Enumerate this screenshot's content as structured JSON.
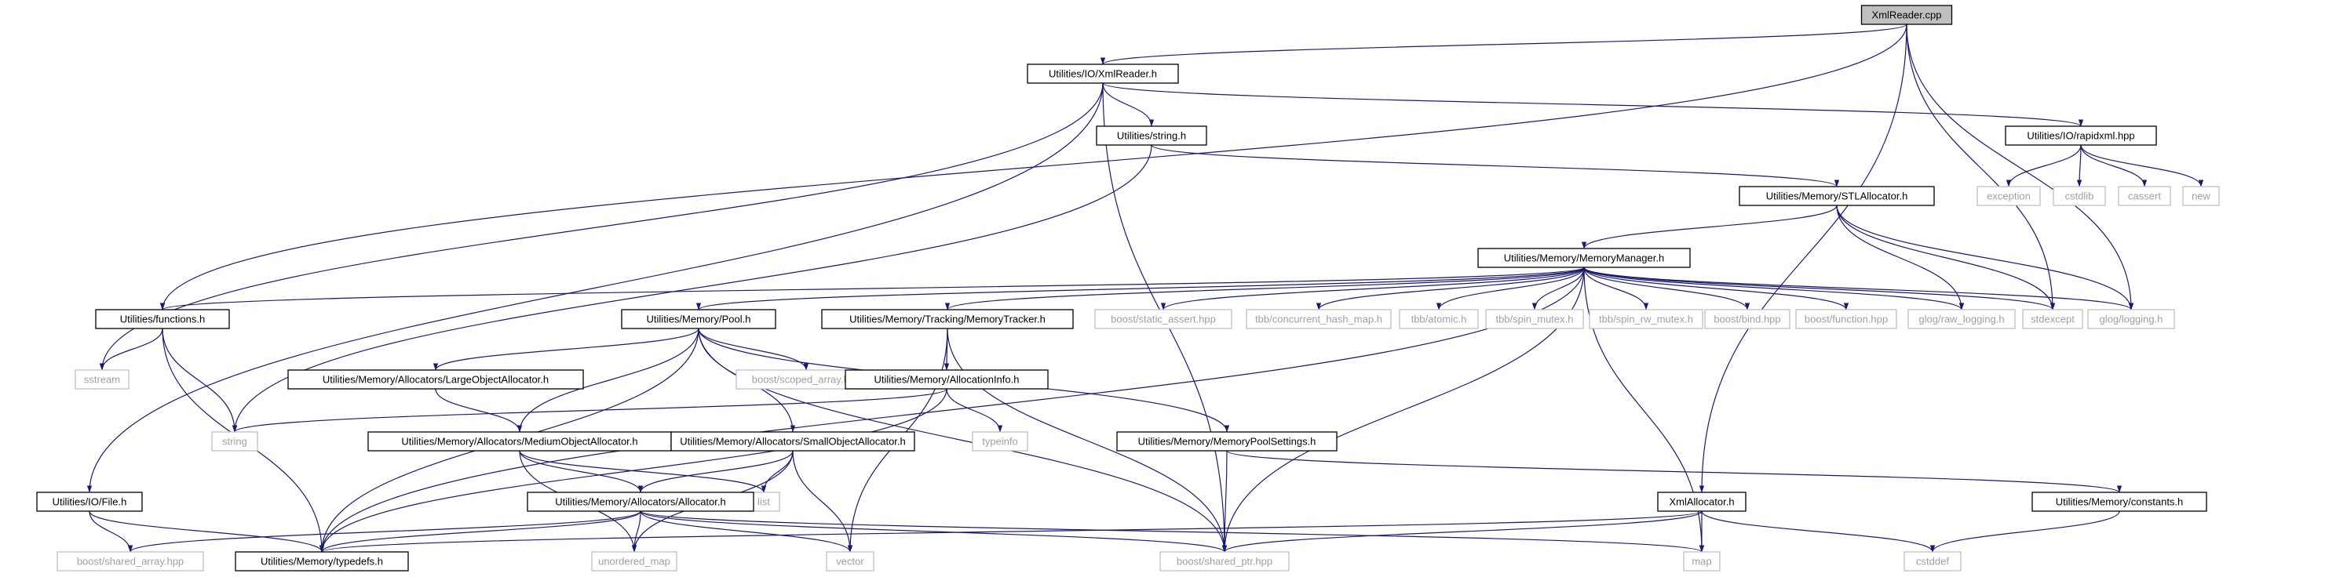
{
  "diagram": {
    "colors": {
      "edge": "#191970",
      "internal_fill": "#ffffff",
      "internal_stroke": "#000000",
      "internal_text": "#000000",
      "external_stroke": "#bfbfbf",
      "external_text": "#a0a0a0",
      "root_fill": "#bfbfbf",
      "root_stroke": "#000000"
    },
    "nodes": [
      {
        "id": "XmlReader_cpp",
        "label": "XmlReader.cpp",
        "kind": "root"
      },
      {
        "id": "XmlReader_h",
        "label": "Utilities/IO/XmlReader.h",
        "kind": "internal"
      },
      {
        "id": "functions_h",
        "label": "Utilities/functions.h",
        "kind": "internal"
      },
      {
        "id": "stdexcept",
        "label": "stdexcept",
        "kind": "external"
      },
      {
        "id": "glog_logging",
        "label": "glog/logging.h",
        "kind": "external"
      },
      {
        "id": "string_h",
        "label": "Utilities/string.h",
        "kind": "internal"
      },
      {
        "id": "rapidxml",
        "label": "Utilities/IO/rapidxml.hpp",
        "kind": "internal"
      },
      {
        "id": "exception",
        "label": "exception",
        "kind": "external"
      },
      {
        "id": "cstdlib",
        "label": "cstdlib",
        "kind": "external"
      },
      {
        "id": "cassert",
        "label": "cassert",
        "kind": "external"
      },
      {
        "id": "new",
        "label": "new",
        "kind": "external"
      },
      {
        "id": "STLAllocator",
        "label": "Utilities/Memory/STLAllocator.h",
        "kind": "internal"
      },
      {
        "id": "MemoryManager",
        "label": "Utilities/Memory/MemoryManager.h",
        "kind": "internal"
      },
      {
        "id": "Pool",
        "label": "Utilities/Memory/Pool.h",
        "kind": "internal"
      },
      {
        "id": "MemoryTracker",
        "label": "Utilities/Memory/Tracking/MemoryTracker.h",
        "kind": "internal"
      },
      {
        "id": "static_assert",
        "label": "boost/static_assert.hpp",
        "kind": "external"
      },
      {
        "id": "concurrent_hash_map",
        "label": "tbb/concurrent_hash_map.h",
        "kind": "external"
      },
      {
        "id": "atomic",
        "label": "tbb/atomic.h",
        "kind": "external"
      },
      {
        "id": "spin_mutex",
        "label": "tbb/spin_mutex.h",
        "kind": "external"
      },
      {
        "id": "spin_rw_mutex",
        "label": "tbb/spin_rw_mutex.h",
        "kind": "external"
      },
      {
        "id": "bind",
        "label": "boost/bind.hpp",
        "kind": "external"
      },
      {
        "id": "function",
        "label": "boost/function.hpp",
        "kind": "external"
      },
      {
        "id": "raw_logging",
        "label": "glog/raw_logging.h",
        "kind": "external"
      },
      {
        "id": "sstream",
        "label": "sstream",
        "kind": "external"
      },
      {
        "id": "LargeObjectAllocator",
        "label": "Utilities/Memory/Allocators/LargeObjectAllocator.h",
        "kind": "internal"
      },
      {
        "id": "scoped_array",
        "label": "boost/scoped_array.hpp",
        "kind": "external"
      },
      {
        "id": "AllocationInfo",
        "label": "Utilities/Memory/AllocationInfo.h",
        "kind": "internal"
      },
      {
        "id": "string",
        "label": "string",
        "kind": "external"
      },
      {
        "id": "typeinfo",
        "label": "typeinfo",
        "kind": "external"
      },
      {
        "id": "MediumObjectAllocator",
        "label": "Utilities/Memory/Allocators/MediumObjectAllocator.h",
        "kind": "internal"
      },
      {
        "id": "SmallObjectAllocator",
        "label": "Utilities/Memory/Allocators/SmallObjectAllocator.h",
        "kind": "internal"
      },
      {
        "id": "MemoryPoolSettings",
        "label": "Utilities/Memory/MemoryPoolSettings.h",
        "kind": "internal"
      },
      {
        "id": "File_h",
        "label": "Utilities/IO/File.h",
        "kind": "internal"
      },
      {
        "id": "list",
        "label": "list",
        "kind": "external"
      },
      {
        "id": "Allocator",
        "label": "Utilities/Memory/Allocators/Allocator.h",
        "kind": "internal"
      },
      {
        "id": "XmlAllocator",
        "label": "XmlAllocator.h",
        "kind": "internal"
      },
      {
        "id": "constants",
        "label": "Utilities/Memory/constants.h",
        "kind": "internal"
      },
      {
        "id": "shared_array",
        "label": "boost/shared_array.hpp",
        "kind": "external"
      },
      {
        "id": "typedefs",
        "label": "Utilities/Memory/typedefs.h",
        "kind": "internal"
      },
      {
        "id": "unordered_map",
        "label": "unordered_map",
        "kind": "external"
      },
      {
        "id": "vector",
        "label": "vector",
        "kind": "external"
      },
      {
        "id": "shared_ptr",
        "label": "boost/shared_ptr.hpp",
        "kind": "external"
      },
      {
        "id": "map",
        "label": "map",
        "kind": "external"
      },
      {
        "id": "cstddef",
        "label": "cstddef",
        "kind": "external"
      }
    ],
    "edges": [
      [
        "XmlReader_cpp",
        "XmlReader_h"
      ],
      [
        "XmlReader_cpp",
        "functions_h"
      ],
      [
        "XmlReader_cpp",
        "stdexcept"
      ],
      [
        "XmlReader_cpp",
        "glog_logging"
      ],
      [
        "XmlReader_cpp",
        "XmlAllocator"
      ],
      [
        "XmlReader_h",
        "string_h"
      ],
      [
        "XmlReader_h",
        "rapidxml"
      ],
      [
        "XmlReader_h",
        "sstream"
      ],
      [
        "XmlReader_h",
        "File_h"
      ],
      [
        "XmlReader_h",
        "shared_ptr"
      ],
      [
        "rapidxml",
        "exception"
      ],
      [
        "rapidxml",
        "cstdlib"
      ],
      [
        "rapidxml",
        "cassert"
      ],
      [
        "rapidxml",
        "new"
      ],
      [
        "string_h",
        "STLAllocator"
      ],
      [
        "string_h",
        "string"
      ],
      [
        "STLAllocator",
        "MemoryManager"
      ],
      [
        "STLAllocator",
        "stdexcept"
      ],
      [
        "STLAllocator",
        "glog_logging"
      ],
      [
        "STLAllocator",
        "raw_logging"
      ],
      [
        "MemoryManager",
        "functions_h"
      ],
      [
        "MemoryManager",
        "Pool"
      ],
      [
        "MemoryManager",
        "MemoryTracker"
      ],
      [
        "MemoryManager",
        "static_assert"
      ],
      [
        "MemoryManager",
        "concurrent_hash_map"
      ],
      [
        "MemoryManager",
        "atomic"
      ],
      [
        "MemoryManager",
        "spin_mutex"
      ],
      [
        "MemoryManager",
        "spin_rw_mutex"
      ],
      [
        "MemoryManager",
        "bind"
      ],
      [
        "MemoryManager",
        "function"
      ],
      [
        "MemoryManager",
        "raw_logging"
      ],
      [
        "MemoryManager",
        "stdexcept"
      ],
      [
        "MemoryManager",
        "glog_logging"
      ],
      [
        "MemoryManager",
        "typedefs"
      ],
      [
        "MemoryManager",
        "shared_ptr"
      ],
      [
        "MemoryManager",
        "map"
      ],
      [
        "functions_h",
        "sstream"
      ],
      [
        "functions_h",
        "string"
      ],
      [
        "functions_h",
        "typedefs"
      ],
      [
        "Pool",
        "LargeObjectAllocator"
      ],
      [
        "Pool",
        "scoped_array"
      ],
      [
        "Pool",
        "MediumObjectAllocator"
      ],
      [
        "Pool",
        "SmallObjectAllocator"
      ],
      [
        "Pool",
        "MemoryPoolSettings"
      ],
      [
        "Pool",
        "typedefs"
      ],
      [
        "Pool",
        "shared_ptr"
      ],
      [
        "MemoryTracker",
        "AllocationInfo"
      ],
      [
        "MemoryTracker",
        "shared_ptr"
      ],
      [
        "MemoryTracker",
        "vector"
      ],
      [
        "AllocationInfo",
        "string"
      ],
      [
        "AllocationInfo",
        "typeinfo"
      ],
      [
        "AllocationInfo",
        "typedefs"
      ],
      [
        "LargeObjectAllocator",
        "MediumObjectAllocator"
      ],
      [
        "MediumObjectAllocator",
        "Allocator"
      ],
      [
        "MediumObjectAllocator",
        "list"
      ],
      [
        "MediumObjectAllocator",
        "unordered_map"
      ],
      [
        "SmallObjectAllocator",
        "Allocator"
      ],
      [
        "SmallObjectAllocator",
        "list"
      ],
      [
        "SmallObjectAllocator",
        "vector"
      ],
      [
        "SmallObjectAllocator",
        "unordered_map"
      ],
      [
        "MemoryPoolSettings",
        "constants"
      ],
      [
        "MemoryPoolSettings",
        "shared_ptr"
      ],
      [
        "File_h",
        "shared_array"
      ],
      [
        "File_h",
        "typedefs"
      ],
      [
        "Allocator",
        "shared_array"
      ],
      [
        "Allocator",
        "typedefs"
      ],
      [
        "Allocator",
        "unordered_map"
      ],
      [
        "Allocator",
        "vector"
      ],
      [
        "Allocator",
        "shared_ptr"
      ],
      [
        "Allocator",
        "map"
      ],
      [
        "XmlAllocator",
        "typedefs"
      ],
      [
        "XmlAllocator",
        "shared_ptr"
      ],
      [
        "XmlAllocator",
        "map"
      ],
      [
        "XmlAllocator",
        "cstddef"
      ],
      [
        "constants",
        "cstddef"
      ]
    ]
  }
}
